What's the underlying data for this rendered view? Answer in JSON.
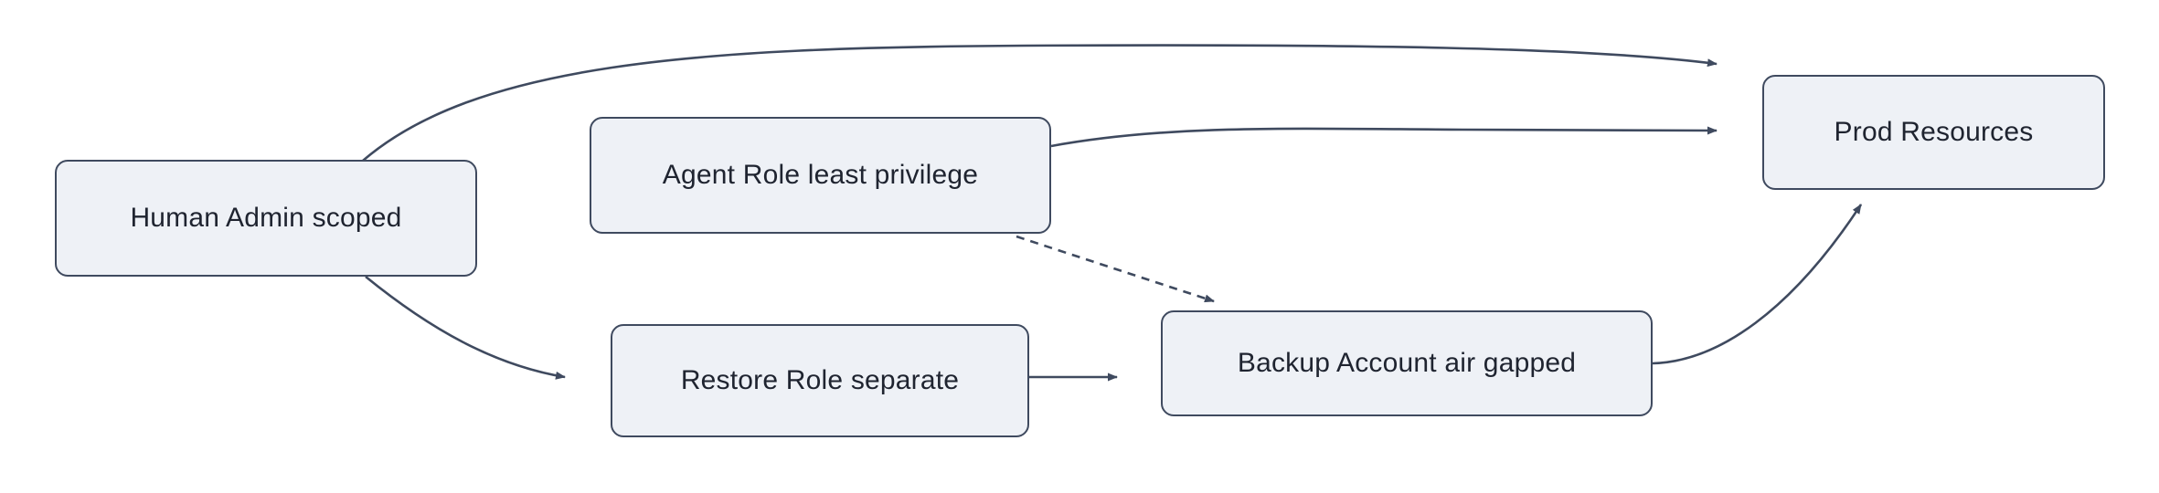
{
  "diagram": {
    "type": "flowchart",
    "orientation": "left-to-right",
    "background_color": "#ffffff",
    "node_fill_color": "#eef1f6",
    "node_border_color": "#3f4a5f",
    "node_text_color": "#1f2430",
    "edge_color": "#3f4a5f",
    "nodes": [
      {
        "id": "human-admin",
        "label": "Human Admin scoped"
      },
      {
        "id": "agent-role",
        "label": "Agent Role least privilege"
      },
      {
        "id": "restore-role",
        "label": "Restore Role separate"
      },
      {
        "id": "backup-account",
        "label": "Backup Account air gapped"
      },
      {
        "id": "prod-resources",
        "label": "Prod Resources"
      }
    ],
    "edges": [
      {
        "from": "human-admin",
        "to": "prod-resources",
        "style": "solid",
        "arrow": true,
        "label": ""
      },
      {
        "from": "human-admin",
        "to": "restore-role",
        "style": "solid",
        "arrow": true,
        "label": ""
      },
      {
        "from": "agent-role",
        "to": "prod-resources",
        "style": "solid",
        "arrow": true,
        "label": ""
      },
      {
        "from": "agent-role",
        "to": "backup-account",
        "style": "dotted",
        "arrow": true,
        "label": ""
      },
      {
        "from": "restore-role",
        "to": "backup-account",
        "style": "solid",
        "arrow": true,
        "label": ""
      },
      {
        "from": "backup-account",
        "to": "prod-resources",
        "style": "solid",
        "arrow": true,
        "label": ""
      }
    ]
  }
}
